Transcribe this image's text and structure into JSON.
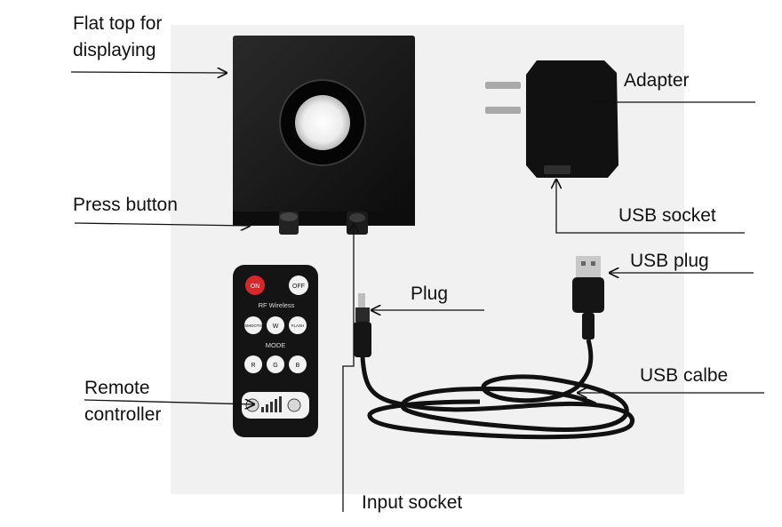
{
  "labels": {
    "flat_top": [
      "Flat top for",
      "displaying"
    ],
    "adapter": "Adapter",
    "press_button": "Press button",
    "usb_socket": "USB socket",
    "usb_plug": "USB plug",
    "plug": "Plug",
    "usb_cable": "USB calbe",
    "remote": [
      "Remote",
      "controller"
    ],
    "input_socket": "Input socket"
  },
  "remote_text": {
    "on": "ON",
    "off": "OFF",
    "rf": "RF Wireless",
    "mode_label": "MODE",
    "smooth": "SMOOTH",
    "w": "W",
    "flash": "FLASH",
    "r": "R",
    "g": "G",
    "b": "B"
  },
  "colors": {
    "photo_bg": "#f1f1f1",
    "device": "#121212",
    "on_button": "#d8272a",
    "button_face": "#f2f2f2"
  }
}
